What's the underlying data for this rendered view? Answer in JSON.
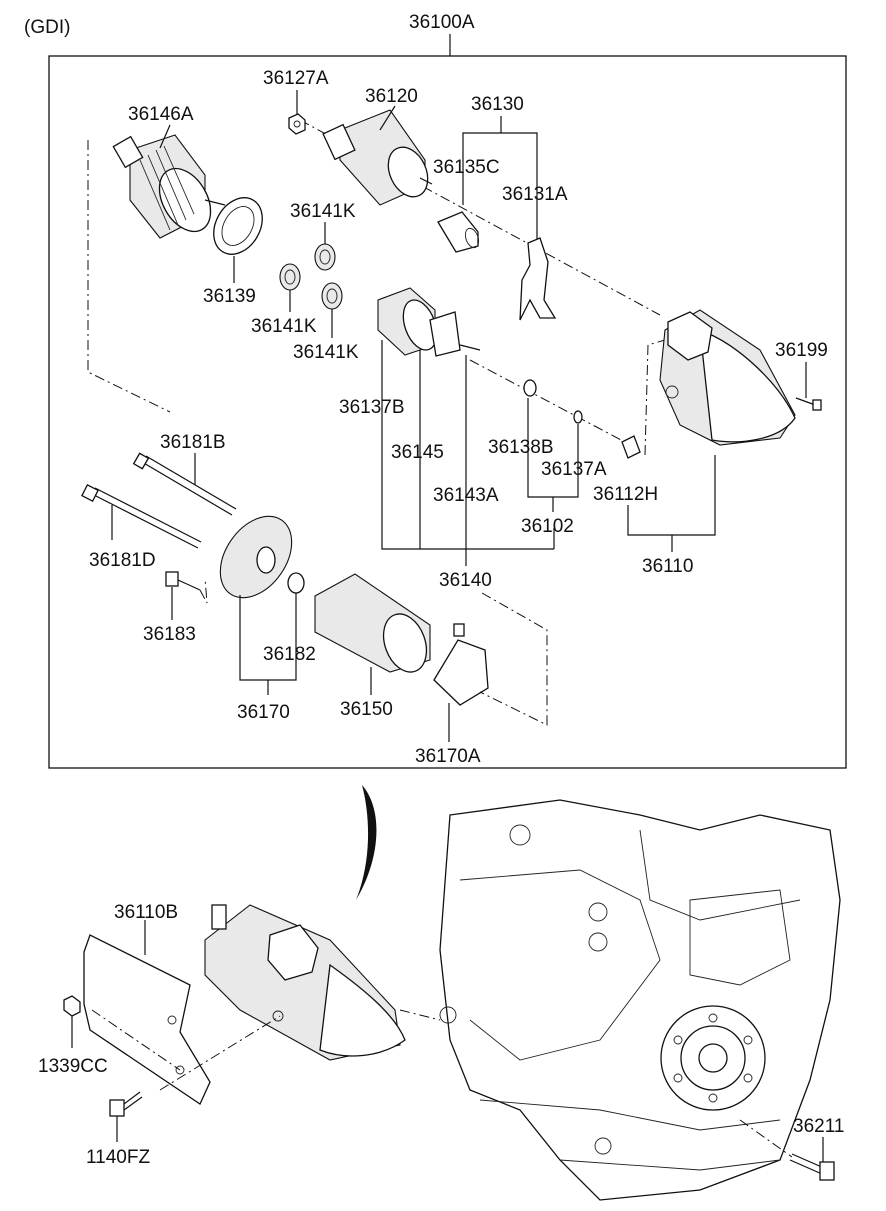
{
  "variant": "(GDI)",
  "assembly": "36100A",
  "labels": {
    "p36127A": "36127A",
    "p36120": "36120",
    "p36130": "36130",
    "p36146A": "36146A",
    "p36135C": "36135C",
    "p36131A": "36131A",
    "p36141K_a": "36141K",
    "p36141K_b": "36141K",
    "p36141K_c": "36141K",
    "p36139": "36139",
    "p36199": "36199",
    "p36137B": "36137B",
    "p36145": "36145",
    "p36138B": "36138B",
    "p36137A": "36137A",
    "p36112H": "36112H",
    "p36143A": "36143A",
    "p36102": "36102",
    "p36181B": "36181B",
    "p36181D": "36181D",
    "p36140": "36140",
    "p36110": "36110",
    "p36183": "36183",
    "p36182": "36182",
    "p36170": "36170",
    "p36150": "36150",
    "p36170A": "36170A",
    "p36110B": "36110B",
    "p1339CC": "1339CC",
    "p1140FZ": "1140FZ",
    "p36211": "36211"
  }
}
